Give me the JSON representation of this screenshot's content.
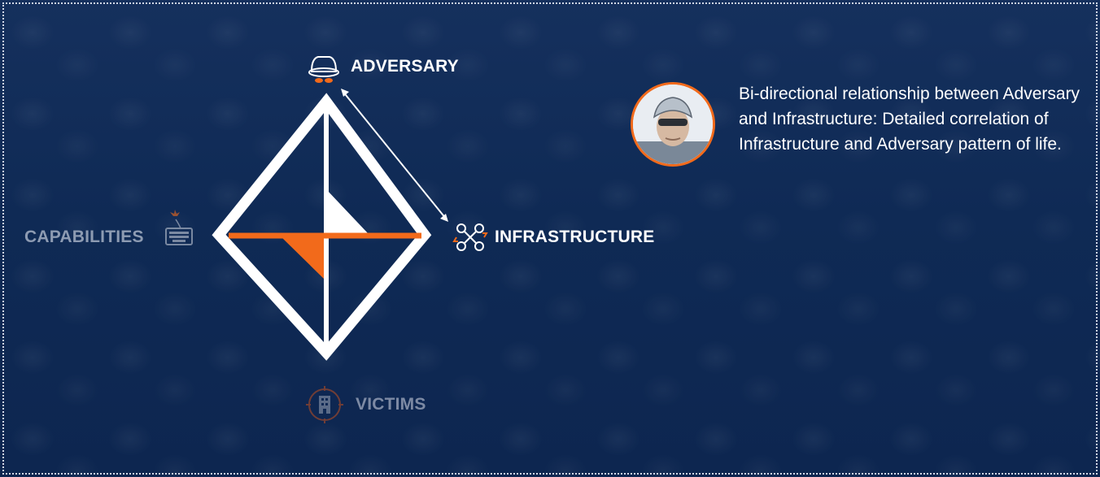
{
  "diagram": {
    "adversary_label": "ADVERSARY",
    "infrastructure_label": "INFRASTRUCTURE",
    "capabilities_label": "CAPABILITIES",
    "victims_label": "VICTIMS"
  },
  "description": "Bi-directional relationship between Adversary and Infrastructure: Detailed correlation of Infrastructure and Adversary pattern of life.",
  "colors": {
    "accent": "#f26a1b",
    "background": "#0f2a55",
    "active_text": "#ffffff",
    "inactive_text": "#8d9bb2"
  },
  "icons": {
    "adversary": "spy-hat-icon",
    "infrastructure": "network-nodes-icon",
    "capabilities": "keyboard-icon",
    "victims": "building-target-icon",
    "avatar": "cyclist-avatar"
  }
}
